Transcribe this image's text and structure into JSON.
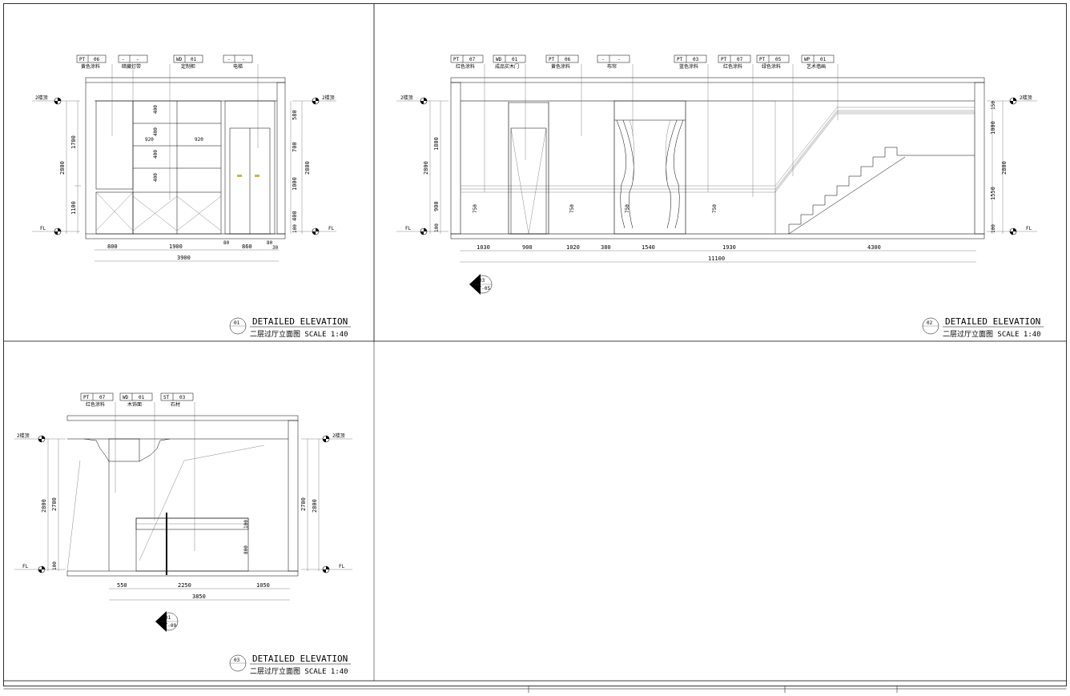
{
  "frame": {
    "border_color": "#000000",
    "background": "#ffffff"
  },
  "elevations": [
    {
      "number": "01",
      "title": "DETAILED ELEVATION",
      "subtitle": "二层过厅立面图 SCALE 1:40",
      "tags": [
        {
          "code": "PT",
          "num": "06",
          "desc": "黄色涂料"
        },
        {
          "code": "-",
          "num": "-",
          "desc": "暗藏灯带"
        },
        {
          "code": "WD",
          "num": "01",
          "desc": "定制柜"
        },
        {
          "code": "-",
          "num": "-",
          "desc": "电梯"
        }
      ],
      "level_top": "2楼顶",
      "level_bottom": "FL",
      "dims_bottom": [
        "800",
        "1900",
        "80",
        "860",
        "80",
        "30"
      ],
      "dim_total": "3900",
      "dims_left": [
        "1700",
        "1100"
      ],
      "dim_left_total": "2800",
      "dims_right": [
        "580",
        "700",
        "1000",
        "400",
        "100"
      ],
      "dim_right_total": "2800",
      "cabinet_dims": [
        "400",
        "400",
        "400",
        "400",
        "920",
        "920"
      ]
    },
    {
      "number": "02",
      "title": "DETAILED ELEVATION",
      "subtitle": "二层过厅立面图 SCALE 1:40",
      "tags": [
        {
          "code": "PT",
          "num": "07",
          "desc": "红色涂料"
        },
        {
          "code": "WD",
          "num": "01",
          "desc": "成品实木门"
        },
        {
          "code": "PT",
          "num": "06",
          "desc": "黄色涂料"
        },
        {
          "code": "-",
          "num": "-",
          "desc": "布帘"
        },
        {
          "code": "PT",
          "num": "03",
          "desc": "蓝色涂料"
        },
        {
          "code": "PT",
          "num": "07",
          "desc": "红色涂料"
        },
        {
          "code": "PT",
          "num": "05",
          "desc": "绿色涂料"
        },
        {
          "code": "WP",
          "num": "01",
          "desc": "艺术墙画"
        }
      ],
      "level_top": "2楼顶",
      "level_bottom": "FL",
      "dims_bottom": [
        "1030",
        "900",
        "1020",
        "380",
        "1540",
        "1930",
        "4300"
      ],
      "dim_total": "11100",
      "dims_left": [
        "1800",
        "900",
        "100"
      ],
      "dim_left_total": "2800",
      "dims_right": [
        "150",
        "1000",
        "1550",
        "100"
      ],
      "dim_right_total": "2800",
      "inner_dims": [
        "750",
        "750",
        "750",
        "750"
      ],
      "section_mark": {
        "num": "03",
        "ref": "LT-05"
      }
    },
    {
      "number": "03",
      "title": "DETAILED ELEVATION",
      "subtitle": "二层过厅立面图 SCALE 1:40",
      "tags": [
        {
          "code": "PT",
          "num": "07",
          "desc": "红色涂料"
        },
        {
          "code": "WD",
          "num": "01",
          "desc": "木饰面"
        },
        {
          "code": "ST",
          "num": "03",
          "desc": "石材"
        }
      ],
      "level_top": "2楼顶",
      "level_bottom": "FL",
      "dims_bottom": [
        "550",
        "2250",
        "1050"
      ],
      "dim_total": "3850",
      "dims_left": [
        "2700",
        "100"
      ],
      "dim_left_total": "2800",
      "dims_right": [
        "2700"
      ],
      "dim_right_total": "2800",
      "inner_dims": [
        "800",
        "100"
      ],
      "section_mark": {
        "num": "01",
        "ref": "LT-09"
      }
    }
  ]
}
